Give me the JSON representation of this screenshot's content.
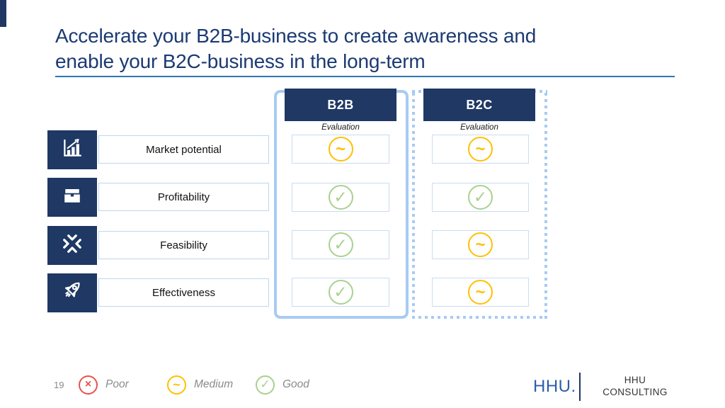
{
  "slide": {
    "title": {
      "line1": "Accelerate your B2B-business to create awareness and",
      "line2": "enable your B2C-business in the long-term"
    },
    "page_number": "19"
  },
  "matrix": {
    "criteria": [
      {
        "label": "Market potential",
        "icon": "bar-chart-growth-icon"
      },
      {
        "label": "Profitability",
        "icon": "briefcase-icon"
      },
      {
        "label": "Feasibility",
        "icon": "converging-arrows-icon"
      },
      {
        "label": "Effectiveness",
        "icon": "rocket-icon"
      }
    ],
    "columns": [
      {
        "label": "B2B",
        "sublabel": "Evaluation",
        "frame_style": "solid",
        "ratings": [
          "medium",
          "good",
          "good",
          "good"
        ]
      },
      {
        "label": "B2C",
        "sublabel": "Evaluation",
        "frame_style": "dashed",
        "ratings": [
          "medium",
          "good",
          "medium",
          "medium"
        ]
      }
    ]
  },
  "rating_symbols": {
    "poor": "×",
    "medium": "~",
    "good": "✓"
  },
  "legend": [
    {
      "key": "poor",
      "label": "Poor"
    },
    {
      "key": "medium",
      "label": "Medium"
    },
    {
      "key": "good",
      "label": "Good"
    }
  ],
  "footer": {
    "logo_text": "HHU.",
    "org_name_line1": "HHU",
    "org_name_line2": "CONSULTING"
  },
  "colors": {
    "navy": "#1F3864",
    "title": "#1B3A73",
    "accent_line": "#2E75B6",
    "frame": "#A7CBF3",
    "poor": "#E9534E",
    "medium": "#FFC000",
    "good": "#A9D18E",
    "logo_blue": "#2E5EA8",
    "muted_text": "#8A8A8A"
  }
}
